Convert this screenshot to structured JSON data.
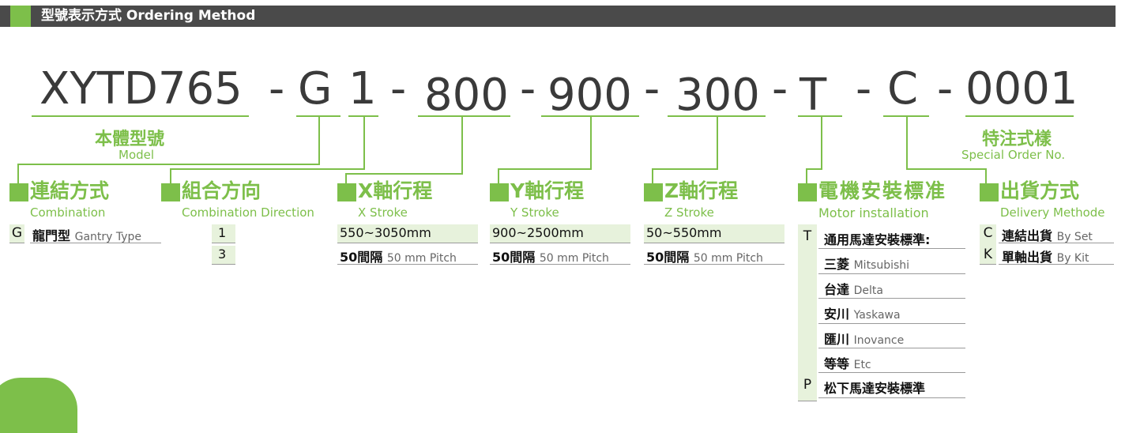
{
  "header": {
    "title": "型號表示方式 Ordering Method"
  },
  "model_code": {
    "parts": [
      "XYTD765",
      "-",
      "G",
      "1",
      "-",
      "800",
      "-",
      "900",
      "-",
      "300",
      "-",
      "T",
      "-",
      "C",
      "-",
      "0001"
    ]
  },
  "model_label": {
    "title": "本體型號",
    "subtitle": "Model"
  },
  "special_label": {
    "title": "特注式樣",
    "subtitle": "Special Order No."
  },
  "combination": {
    "title": "連結方式",
    "subtitle": "Combination",
    "code": "G",
    "name": "龍門型",
    "name_en": "Gantry Type"
  },
  "direction": {
    "title": "組合方向",
    "subtitle": "Combination Direction",
    "options": [
      "1",
      "3"
    ]
  },
  "x_stroke": {
    "title": "X軸行程",
    "subtitle": "X Stroke",
    "range": "550~3050mm",
    "pitch": "50間隔",
    "pitch_en": "50 mm Pitch"
  },
  "y_stroke": {
    "title": "Y軸行程",
    "subtitle": "Y Stroke",
    "range": "900~2500mm",
    "pitch": "50間隔",
    "pitch_en": "50 mm Pitch"
  },
  "z_stroke": {
    "title": "Z軸行程",
    "subtitle": "Z Stroke",
    "range": "50~550mm",
    "pitch": "50間隔",
    "pitch_en": "50 mm Pitch"
  },
  "motor": {
    "title": "電機安裝標准",
    "subtitle": "Motor installation",
    "rows": [
      {
        "code": "T",
        "name": "通用馬達安裝標準:",
        "name_en": ""
      },
      {
        "code": "",
        "name": "三菱",
        "name_en": "Mitsubishi"
      },
      {
        "code": "",
        "name": "台達",
        "name_en": "Delta"
      },
      {
        "code": "",
        "name": "安川",
        "name_en": "Yaskawa"
      },
      {
        "code": "",
        "name": "匯川",
        "name_en": "Inovance"
      },
      {
        "code": "",
        "name": "等等",
        "name_en": "Etc"
      },
      {
        "code": "P",
        "name": "松下馬達安裝標準",
        "name_en": ""
      }
    ]
  },
  "delivery": {
    "title": "出貨方式",
    "subtitle": "Delivery Methode",
    "rows": [
      {
        "code": "C",
        "name": "連結出貨",
        "name_en": "By Set"
      },
      {
        "code": "K",
        "name": "單軸出貨",
        "name_en": "By Kit"
      }
    ]
  },
  "colors": {
    "accent": "#7dbf4a",
    "header_bg": "#4a4a4a",
    "box_bg": "#e7f2dc"
  }
}
